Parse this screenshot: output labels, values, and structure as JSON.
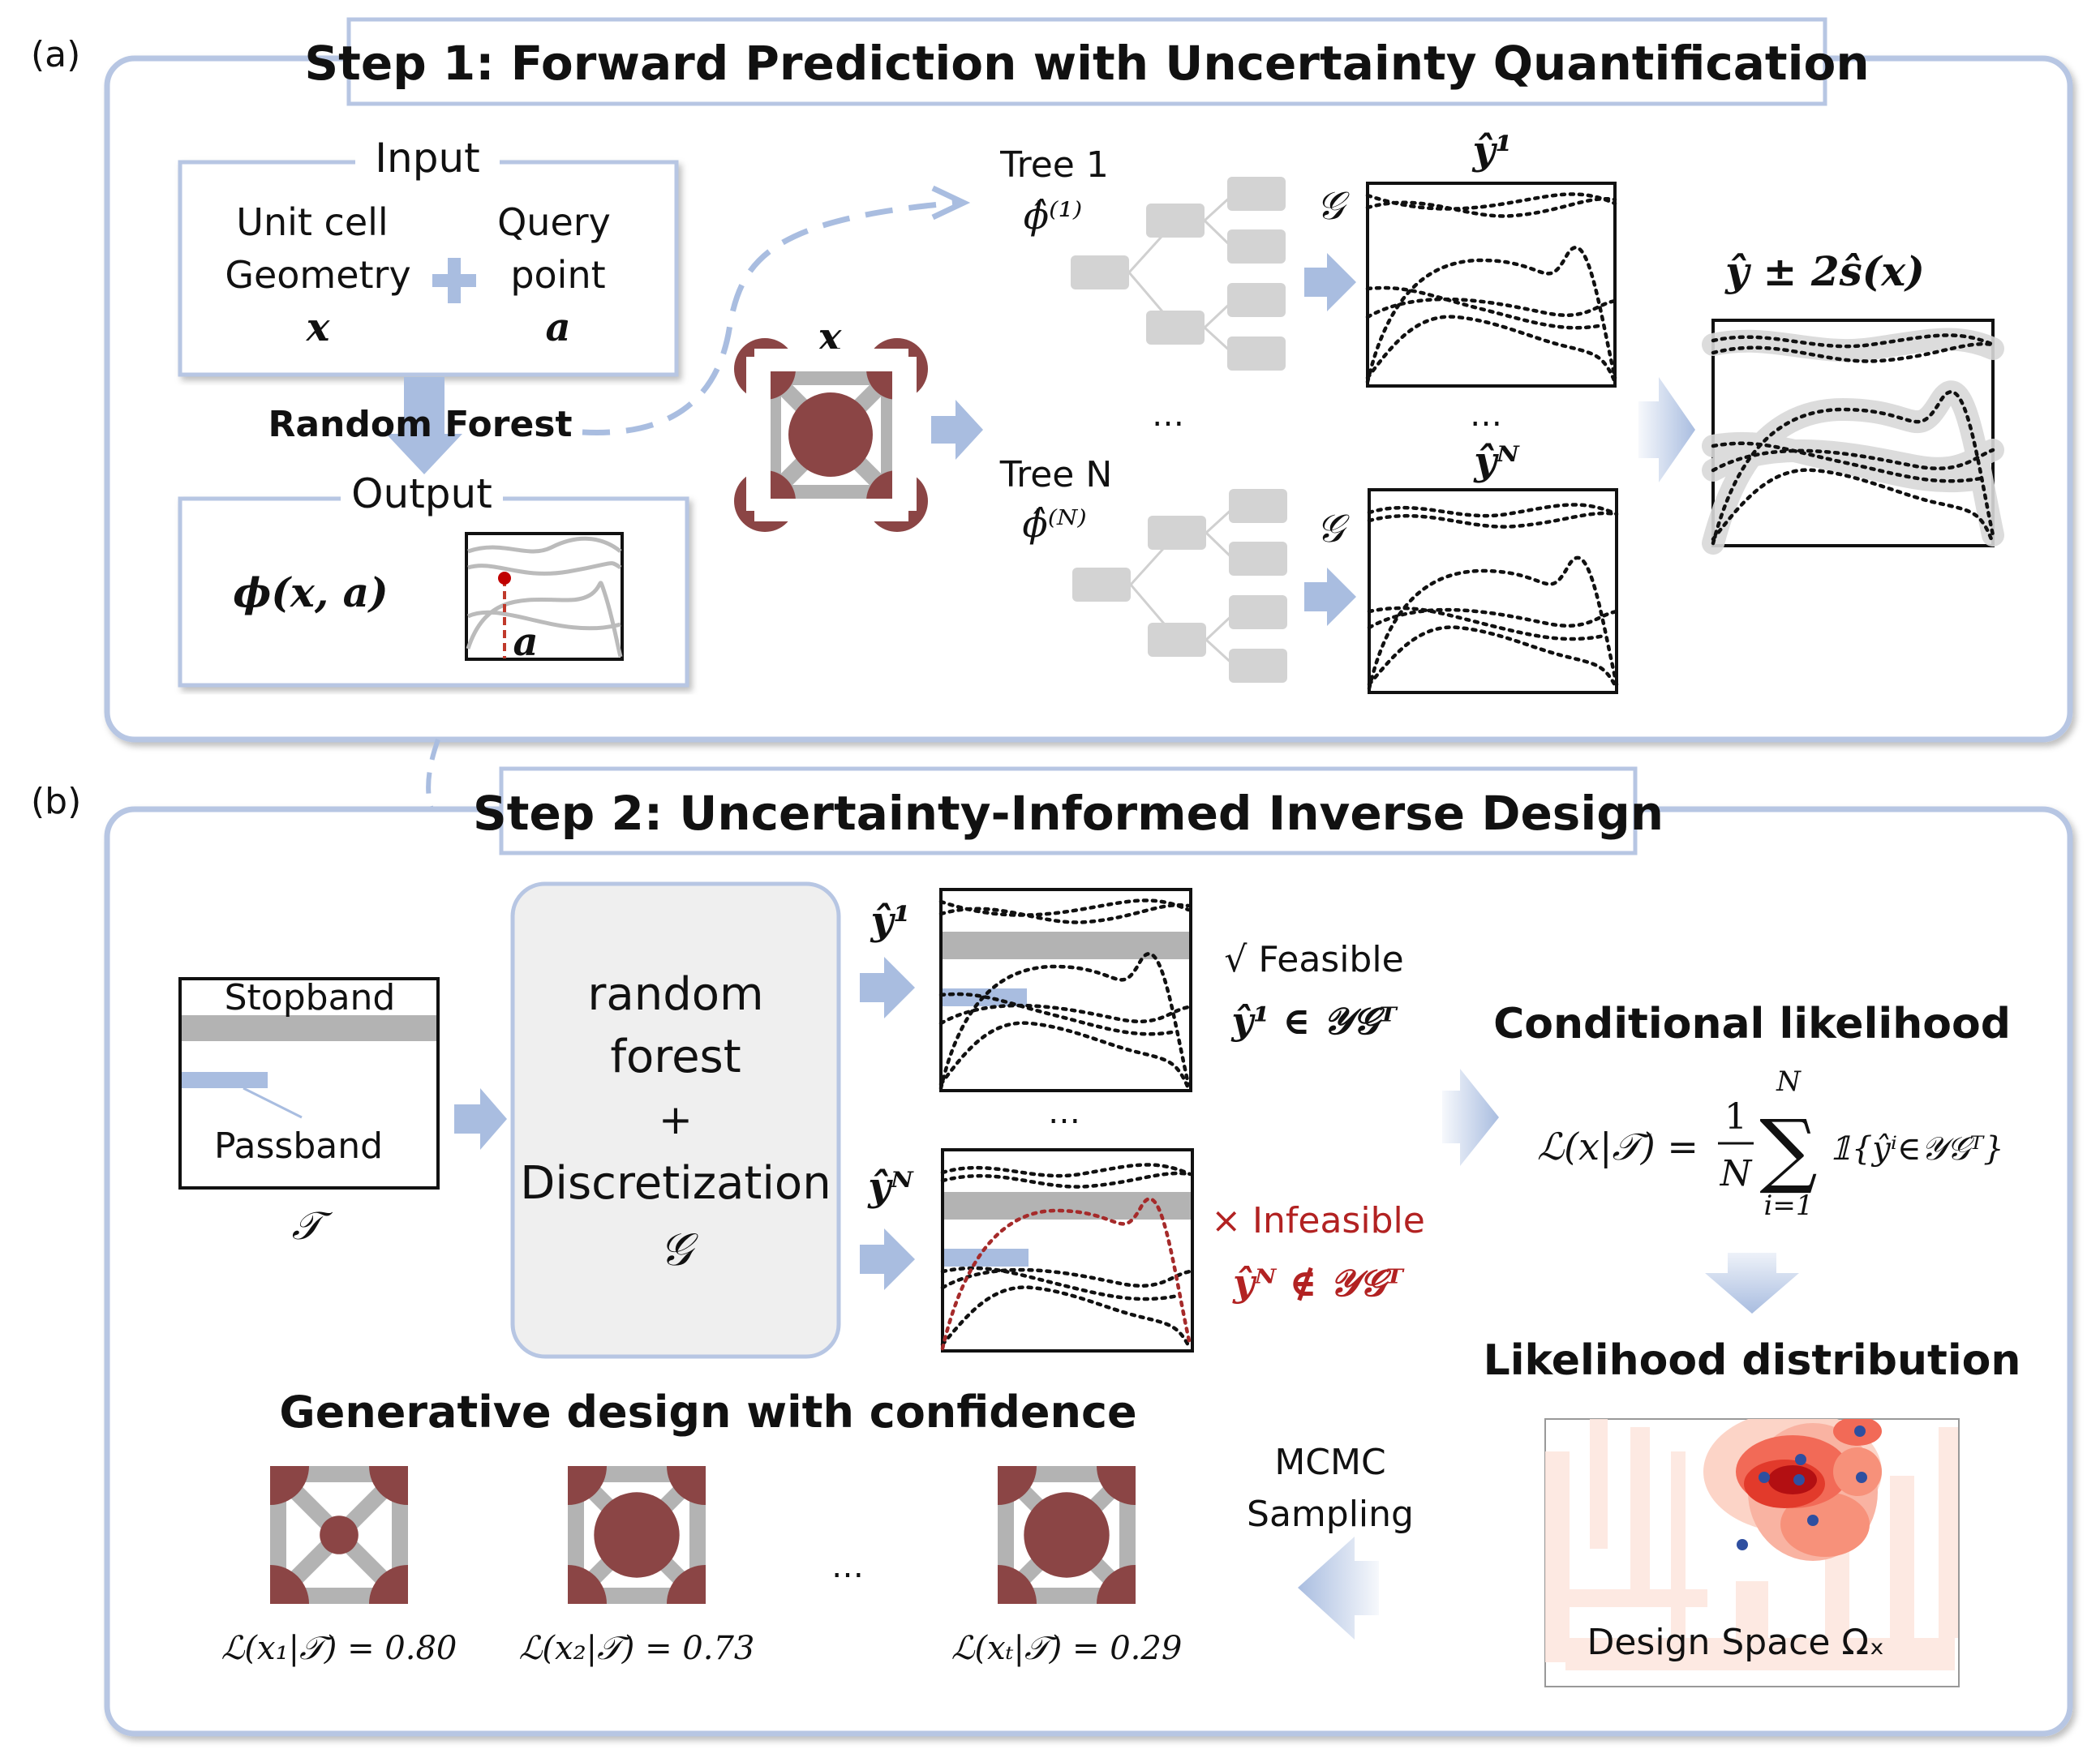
{
  "panel_a": {
    "tag": "(a)",
    "title": "Step 1: Forward Prediction with Uncertainty Quantification",
    "input_label": "Input",
    "input_left_line1": "Unit cell",
    "input_left_line2": "Geometry",
    "input_left_var": "x",
    "input_right_line1": "Query",
    "input_right_line2": "point",
    "input_right_var": "a",
    "rf_label": "Random Forest",
    "output_label": "Output",
    "output_func": "ϕ(x, a)",
    "output_plot_var": "a",
    "geometry_var": "x",
    "tree1_label": "Tree 1",
    "tree1_model": "ϕ̂⁽¹⁾",
    "treeN_label": "Tree N",
    "treeN_model": "ϕ̂⁽ᴺ⁾",
    "dots_middle": "…",
    "dots_plots": "…",
    "g_symbol1": "𝒢",
    "g_symbol2": "𝒢",
    "yhat1": "ŷ¹",
    "yhatN": "ŷᴺ",
    "yhat_ci": "ŷ ± 2ŝ(x)"
  },
  "panel_b": {
    "tag": "(b)",
    "title": "Step 2: Uncertainty-Informed Inverse Design",
    "stopband": "Stopband",
    "passband": "Passband",
    "target": "𝒯",
    "rf_box_line1": "random",
    "rf_box_line2": "forest",
    "rf_box_line3": "+",
    "rf_box_line4": "Discretization",
    "rf_box_line5": "𝒢",
    "yhat1": "ŷ¹",
    "yhatN": "ŷᴺ",
    "dots": "…",
    "feasible_label": "√ Feasible",
    "feasible_expr": "ŷ¹ ∈ 𝒴𝒢ᵀ",
    "infeasible_label": "× Infeasible",
    "infeasible_expr": "ŷᴺ ∉ 𝒴𝒢ᵀ",
    "cond_title": "Conditional likelihood",
    "cond_formula_lhs": "ℒ(x|𝒯) =",
    "cond_formula_frac_num": "1",
    "cond_formula_frac_den": "N",
    "cond_formula_sum_top": "N",
    "cond_formula_sum_bottom": "i=1",
    "cond_formula_indicator": "𝟙{ŷⁱ∈𝒴𝒢ᵀ}",
    "likelihood_title": "Likelihood distribution",
    "design_space": "Design Space Ωₓ",
    "mcmc_line1": "MCMC",
    "mcmc_line2": "Sampling",
    "generative_title": "Generative design with confidence",
    "design_dots": "…",
    "designs": [
      {
        "label": "ℒ(x₁|𝒯) = 0.80",
        "radius": 0.28
      },
      {
        "label": "ℒ(x₂|𝒯) = 0.73",
        "radius": 0.62
      },
      {
        "label": "ℒ(xₜ|𝒯) = 0.29",
        "radius": 0.62
      }
    ]
  },
  "colors": {
    "panel_border": "#b7c6e3",
    "arrow": "#a9bde0",
    "maroon": "#8b4545",
    "gray_bar": "#b3b3b3",
    "red_text": "#b22222",
    "pass_bar": "#a9bde0"
  }
}
